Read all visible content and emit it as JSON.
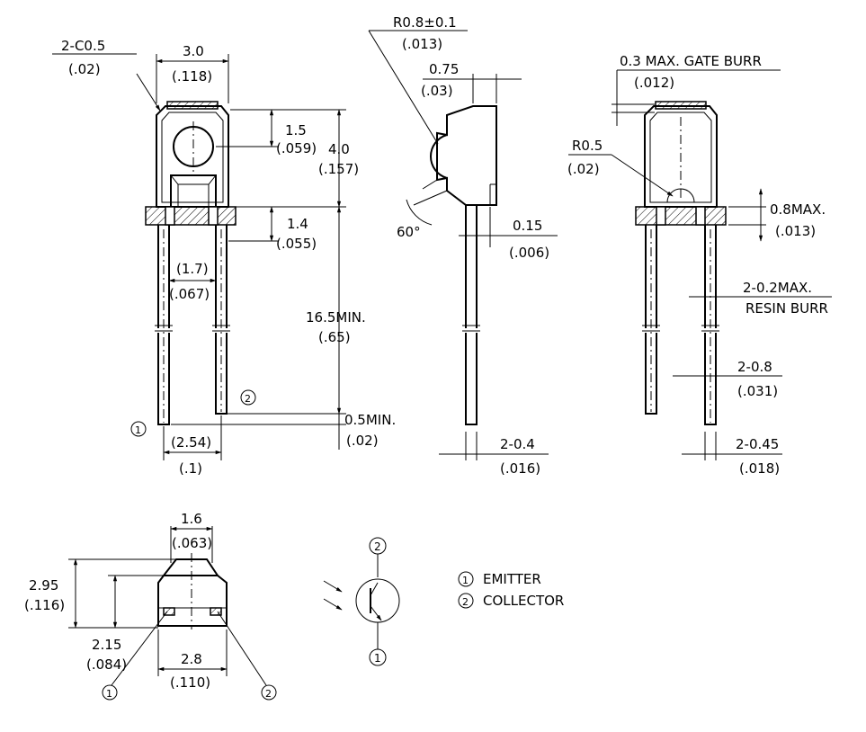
{
  "front_view": {
    "chamfer": "2-C0.5",
    "chamfer_in": "(.02)",
    "width": "3.0",
    "width_in": "(.118)",
    "lens_offset": "1.5",
    "lens_offset_in": "(.059)",
    "body_height": "4.0",
    "body_height_in": "(.157)",
    "flange": "1.4",
    "flange_in": "(.055)",
    "inner_pitch": "(1.7)",
    "inner_pitch_in": "(.067)",
    "lead_length": "16.5MIN.",
    "lead_length_in": "(.65)",
    "lead_offset": "0.5MIN.",
    "lead_offset_in": "(.02)",
    "pitch": "(2.54)",
    "pitch_in": "(.1)",
    "pin1": "1",
    "pin2": "2"
  },
  "side_view": {
    "radius": "R0.8±0.1",
    "radius_in": "(.013)",
    "tab": "0.75",
    "tab_in": "(.03)",
    "angle": "60°",
    "lead_thickness": "0.15",
    "lead_thickness_in": "(.006)",
    "lead_width": "2-0.4",
    "lead_width_in": "(.016)"
  },
  "rear_view": {
    "gate_burr": "0.3 MAX. GATE BURR",
    "gate_burr_in": "(.012)",
    "radius": "R0.5",
    "radius_in": "(.02)",
    "max_flange": "0.8MAX.",
    "max_flange_in": "(.013)",
    "resin_burr_1": "2-0.2MAX.",
    "resin_burr_2": "RESIN BURR",
    "lead_width": "2-0.8",
    "lead_width_in": "(.031)",
    "lead_thick": "2-0.45",
    "lead_thick_in": "(.018)"
  },
  "top_view": {
    "lens_width": "1.6",
    "lens_width_in": "(.063)",
    "height": "2.95",
    "height_in": "(.116)",
    "body_height": "2.15",
    "body_height_in": "(.084)",
    "width": "2.8",
    "width_in": "(.110)",
    "pin1": "1",
    "pin2": "2"
  },
  "schematic": {
    "pin_top": "2",
    "pin_bottom": "1"
  },
  "legend": {
    "item1_num": "1",
    "item1_label": "EMITTER",
    "item2_num": "2",
    "item2_label": "COLLECTOR"
  }
}
